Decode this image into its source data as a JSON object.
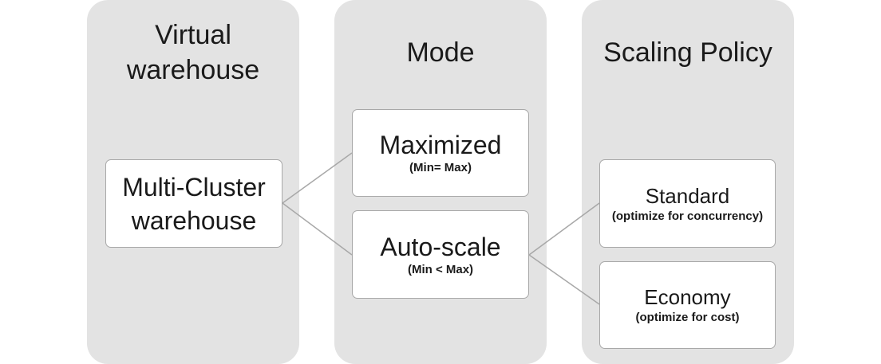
{
  "columns": [
    {
      "title": "Virtual\nwarehouse"
    },
    {
      "title": "Mode"
    },
    {
      "title": "Scaling Policy"
    }
  ],
  "nodes": {
    "multi_cluster": {
      "label": "Multi-Cluster\nwarehouse"
    },
    "maximized": {
      "label": "Maximized",
      "sub": "(Min= Max)"
    },
    "auto_scale": {
      "label": "Auto-scale",
      "sub": "(Min < Max)"
    },
    "standard": {
      "label": "Standard",
      "sub": "(optimize for concurrency)"
    },
    "economy": {
      "label": "Economy",
      "sub": "(optimize for cost)"
    }
  },
  "colors": {
    "column_bg": "#e3e3e3",
    "box_bg": "#ffffff",
    "box_border": "#a8a8a8",
    "connector": "#a8a8a8"
  }
}
